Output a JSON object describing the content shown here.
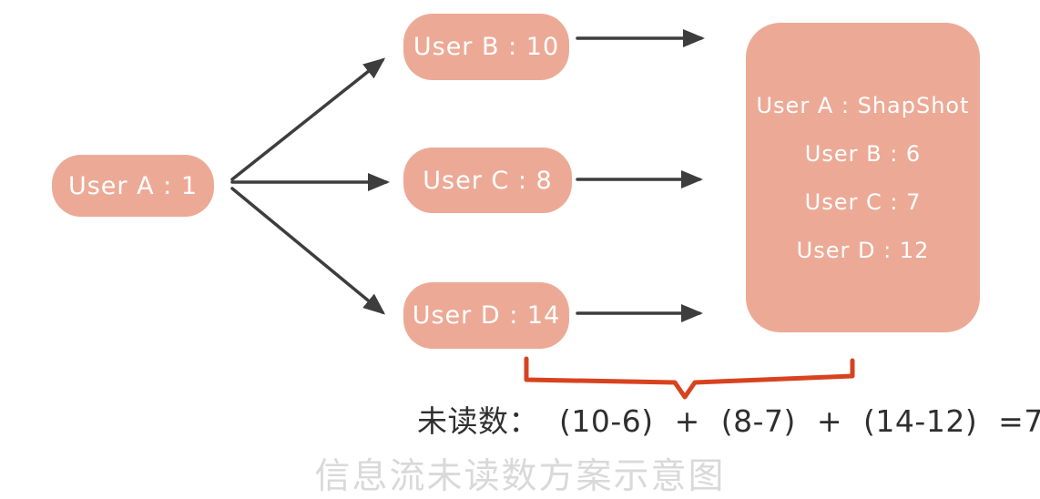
{
  "diagram": {
    "nodes": {
      "source": {
        "label": "User A : 1"
      },
      "feeds": [
        {
          "label": "User B : 10"
        },
        {
          "label": "User C : 8"
        },
        {
          "label": "User D : 14"
        }
      ],
      "snapshot": {
        "lines": [
          "User A : ShapShot",
          "User B : 6",
          "User C : 7",
          "User D : 12"
        ]
      }
    },
    "formula": {
      "label": "未读数：",
      "expression": "(10-6) + (8-7) + (14-12) =7"
    },
    "caption": "信息流未读数方案示意图"
  },
  "colors": {
    "node-fill": "#ECAA96",
    "node-text": "#FFFFFF",
    "arrow": "#3D3D3D",
    "brace": "#D8421F",
    "formula-text": "#2F2F2F",
    "caption-text": "#D9D9D9"
  }
}
